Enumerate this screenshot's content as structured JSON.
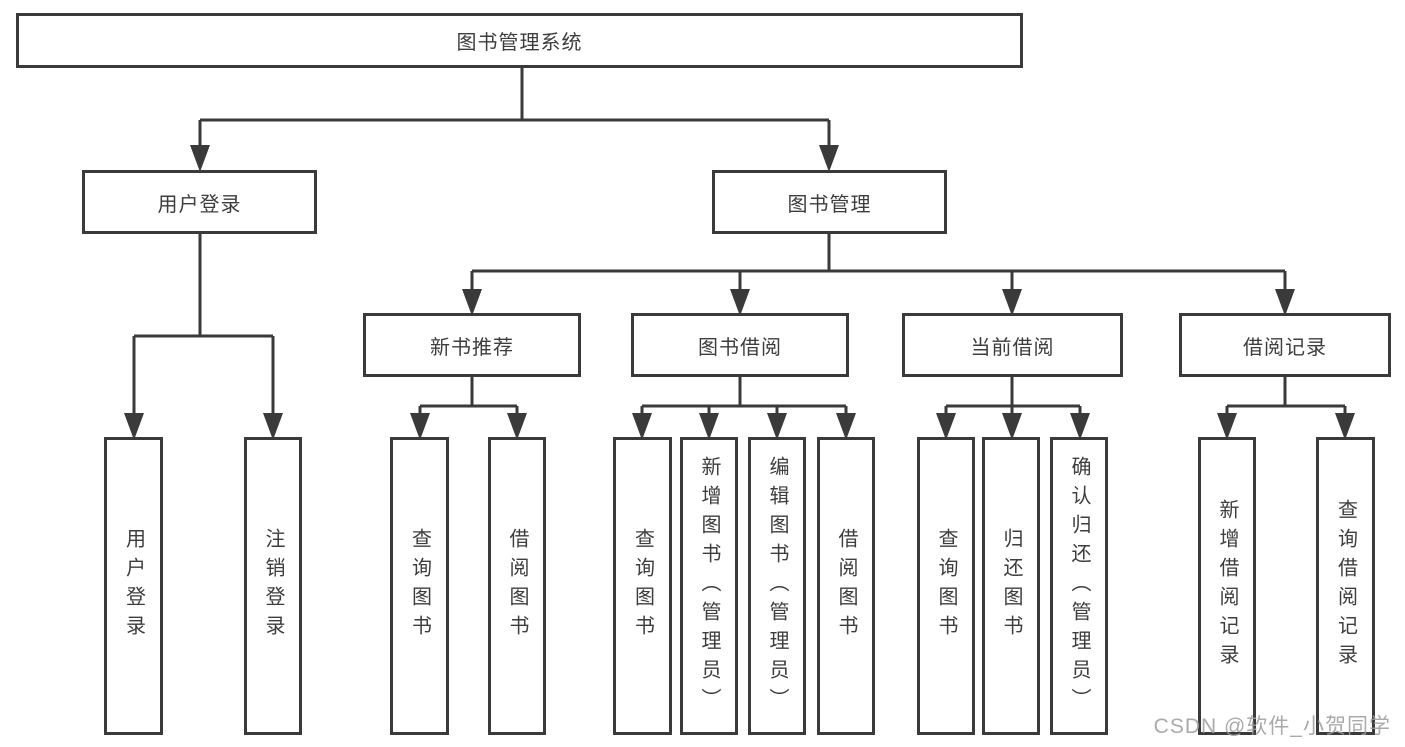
{
  "diagram": {
    "root": {
      "label": "图书管理系统"
    },
    "branches": [
      {
        "label": "用户登录",
        "leaves": [
          "用户登录",
          "注销登录"
        ]
      },
      {
        "label": "图书管理",
        "sections": [
          {
            "label": "新书推荐",
            "leaves": [
              "查询图书",
              "借阅图书"
            ]
          },
          {
            "label": "图书借阅",
            "leaves": [
              "查询图书",
              "新增图书（管理员）",
              "编辑图书（管理员）",
              "借阅图书"
            ]
          },
          {
            "label": "当前借阅",
            "leaves": [
              "查询图书",
              "归还图书",
              "确认归还（管理员）"
            ]
          },
          {
            "label": "借阅记录",
            "leaves": [
              "新增借阅记录",
              "查询借阅记录"
            ]
          }
        ]
      }
    ]
  },
  "watermark": {
    "text": "CSDN @软件_小贺同学"
  },
  "colors": {
    "line": "#3a3a3a",
    "box_border": "#3a3a3a",
    "box_background": "#ffffff",
    "text": "#3d3d3d",
    "watermark": "#9e9e9e",
    "background": "#ffffff"
  }
}
